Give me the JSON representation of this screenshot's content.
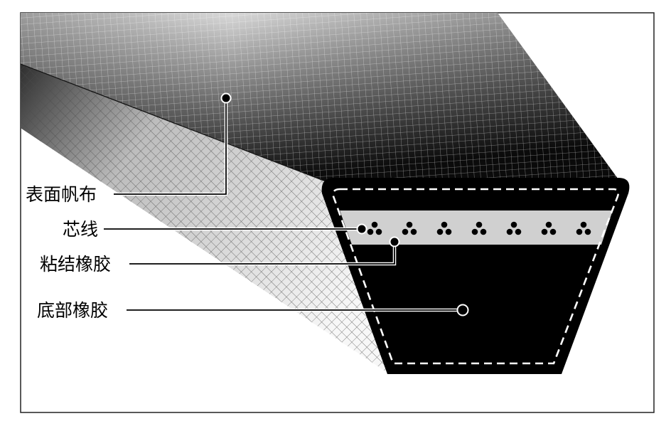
{
  "labels": {
    "surface_fabric": "表面帆布",
    "cord": "芯线",
    "bonding_rubber": "粘结橡胶",
    "base_rubber": "底部橡胶"
  },
  "colors": {
    "belt_black": "#000000",
    "cord_band": "#d0d0d0",
    "frame": "#222222",
    "background": "#ffffff"
  }
}
